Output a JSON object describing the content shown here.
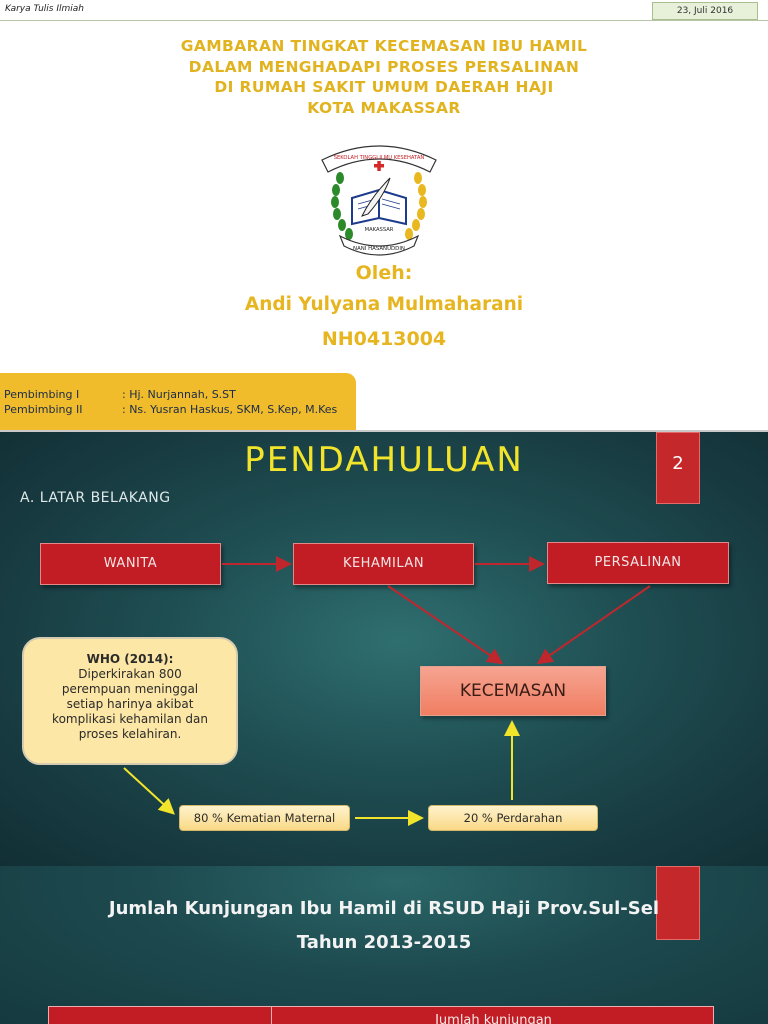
{
  "slide1": {
    "header_text": "Karya Tulis Ilmiah",
    "date": "23, Juli 2016",
    "title_lines": [
      "GAMBARAN TINGKAT KECEMASAN IBU HAMIL",
      "DALAM MENGHADAPI PROSES PERSALINAN",
      "DI RUMAH SAKIT UMUM DAERAH HAJI",
      "KOTA MAKASSAR"
    ],
    "logo": {
      "top_banner": "SEKOLAH TINGGI ILMU KESEHATAN",
      "city": "MAKASSAR",
      "bottom_banner": "NANI HASANUDDIN"
    },
    "oleh": "Oleh:",
    "author": "Andi Yulyana Mulmaharani",
    "nim": "NH0413004",
    "supervisors": [
      {
        "role": "Pembimbing I",
        "name": ": Hj. Nurjannah, S.ST"
      },
      {
        "role": "Pembimbing II",
        "name": ": Ns. Yusran Haskus, SKM, S.Kep, M.Kes"
      }
    ]
  },
  "slide2": {
    "title": "PENDAHULUAN",
    "slide_number": "2",
    "subtitle": "A.  LATAR BELAKANG",
    "boxes": {
      "wanita": "WANITA",
      "kehamilan": "KEHAMILAN",
      "persalinan": "PERSALINAN",
      "kecemasan": "KECEMASAN",
      "kematian": "80 % Kematian Maternal",
      "perdarahan": "20 % Perdarahan"
    },
    "who": {
      "title": "WHO (2014):",
      "lines": [
        "Diperkirakan 800",
        "perempuan meninggal",
        "setiap harinya akibat",
        "komplikasi kehamilan dan",
        "proses kelahiran."
      ]
    },
    "colors": {
      "red_box": "#c21d24",
      "accent_yellow": "#f2e42a",
      "arrow_red": "#c0272d"
    }
  },
  "slide3": {
    "title_line1": "Jumlah Kunjungan Ibu Hamil di RSUD Haji Prov.Sul-Sel",
    "title_line2": "Tahun 2013-2015",
    "table_header": "Jumlah kunjungan"
  }
}
